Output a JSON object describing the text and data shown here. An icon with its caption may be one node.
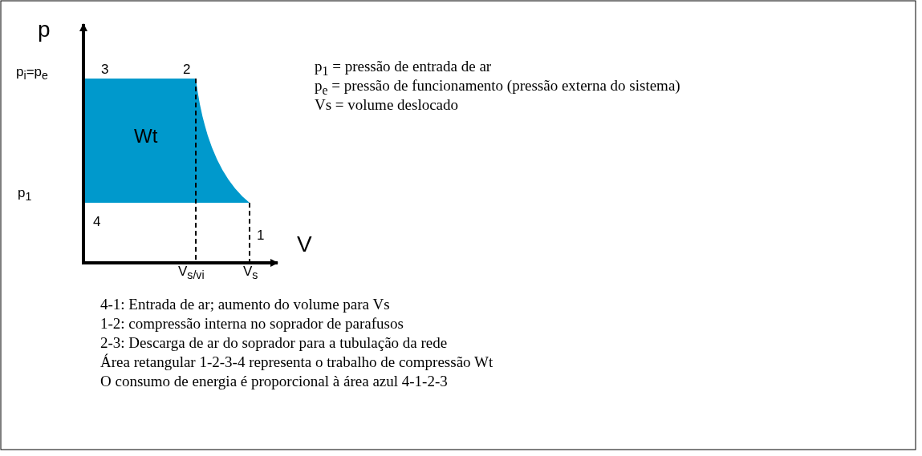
{
  "diagram": {
    "labels": [
      "p",
      "p$_{i}$=p$_{e}$",
      "3",
      "2",
      "Wt",
      "p$_{1}$",
      "4",
      "1",
      "V",
      "V$_{s/vi}$",
      "V$_{s}$",
      "p$_{1}$ = pressão de entrada de ar",
      "p$_{e}$ = pressão de funcionamento (pressão externa do sistema)",
      "Vs = volume deslocado",
      "4-1: Entrada de ar; aumento do volume para Vs",
      "1-2: compressão interna no soprador de parafusos",
      "2-3: Descarga de ar do soprador para a tubulação da rede",
      "Área retangular 1-2-3-4 representa o trabalho de compressão Wt",
      "O consumo de energia é proporcional à área azul 4-1-2-3"
    ]
  }
}
